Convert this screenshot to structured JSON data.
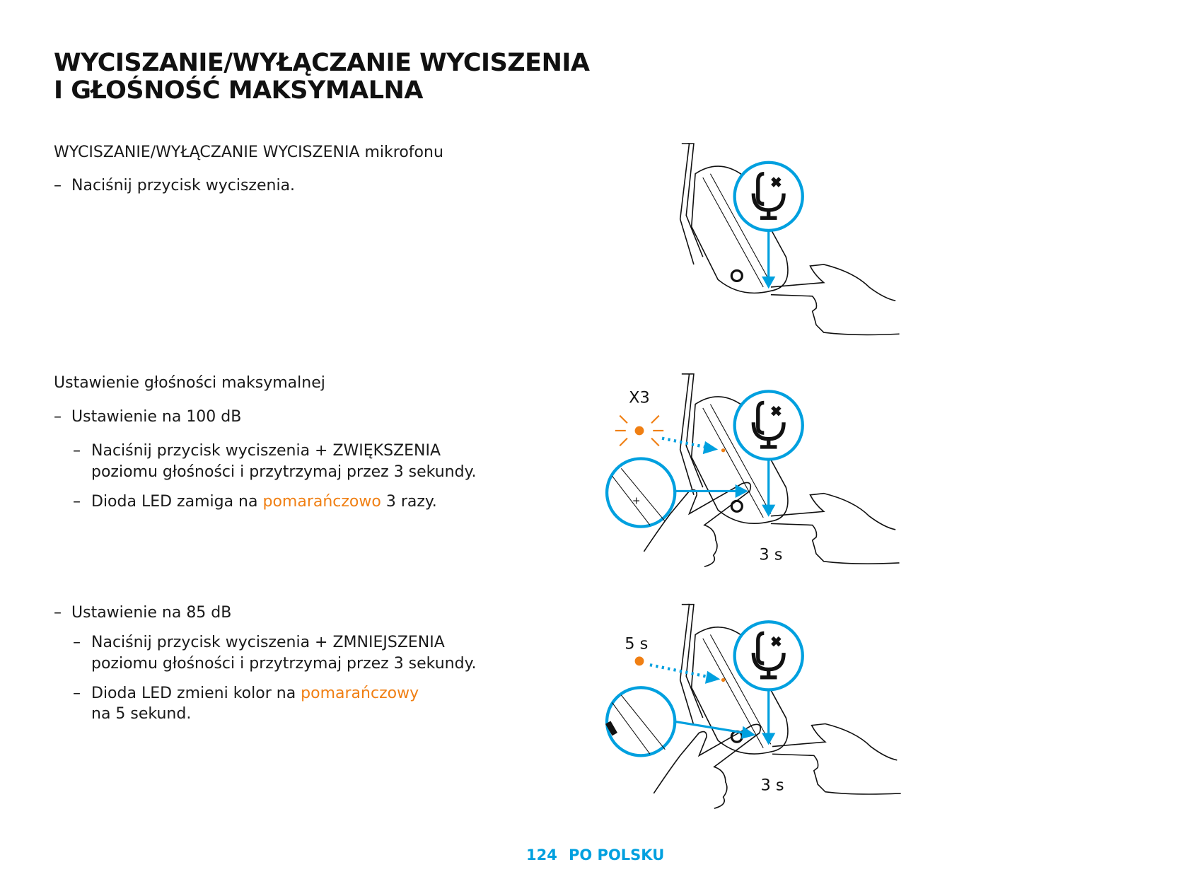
{
  "heading": {
    "line1": "WYCISZANIE/WYŁĄCZANIE WYCISZENIA",
    "line2": "I GŁOŚNOŚĆ MAKSYMALNA"
  },
  "section_mute": {
    "title": "WYCISZANIE/WYŁĄCZANIE WYCISZENIA mikrofonu",
    "step": "Naciśnij przycisk wyciszenia."
  },
  "section_max_volume": {
    "title": "Ustawienie głośności maksymalnej",
    "setting_100": {
      "label": "Ustawienie na 100 dB",
      "step1_line1": "Naciśnij przycisk wyciszenia + ZWIĘKSZENIA",
      "step1_line2": "poziomu głośności i przytrzymaj przez 3 sekundy.",
      "step2_pre": "Dioda LED zamiga na ",
      "step2_color": "pomarańczowo",
      "step2_post": " 3 razy."
    },
    "setting_85": {
      "label": "Ustawienie na 85 dB",
      "step1_line1": "Naciśnij przycisk wyciszenia + ZMNIEJSZENIA",
      "step1_line2": "poziomu głośności i przytrzymaj przez 3 sekundy.",
      "step2_pre": "Dioda LED zmieni kolor na ",
      "step2_color": "pomarańczowy",
      "step2_line2": "na 5 sekund."
    }
  },
  "dash": "–",
  "illustrations": {
    "fig2_blink": "X3",
    "fig2_hold": "3 s",
    "fig3_led": "5 s",
    "fig3_hold": "3 s",
    "plus": "+"
  },
  "footer": {
    "page": "124",
    "language": "PO POLSKU"
  },
  "colors": {
    "accent": "#00a0df",
    "led": "#f07f13",
    "text": "#1a1a1a"
  }
}
